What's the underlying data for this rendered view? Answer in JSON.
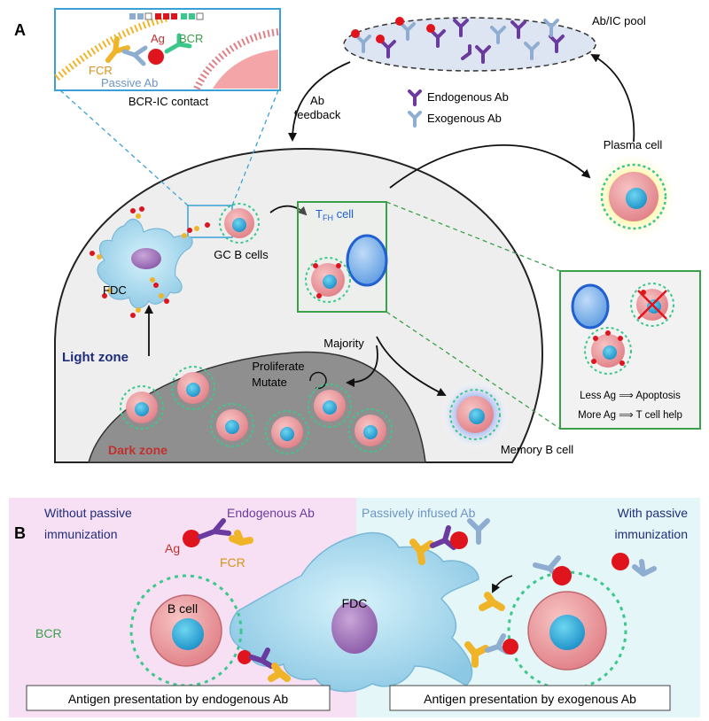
{
  "panel_a": {
    "label": "A",
    "ab_ic_pool": "Ab/IC pool",
    "ab_feedback_line1": "Ab",
    "ab_feedback_line2": "feedback",
    "legend_endogenous": "Endogenous Ab",
    "legend_exogenous": "Exogenous Ab",
    "plasma_cell": "Plasma cell",
    "inset": {
      "title": "BCR-IC contact",
      "fcr": "FCR",
      "ag": "Ag",
      "bcr": "BCR",
      "passive_ab": "Passive Ab"
    },
    "tfh_main": "T",
    "tfh_sub": "FH",
    "tfh_suffix": " cell",
    "gc_b_cells": "GC B cells",
    "fdc": "FDC",
    "light_zone": "Light zone",
    "dark_zone": "Dark zone",
    "majority": "Majority",
    "proliferate": "Proliferate",
    "mutate": "Mutate",
    "memory_b_cell": "Memory B cell",
    "outcome_less": "Less Ag ⟹ Apoptosis",
    "outcome_more": "More Ag ⟹ T cell help"
  },
  "panel_b": {
    "label": "B",
    "without_line1": "Without passive",
    "without_line2": "immunization",
    "with_line1": "With passive",
    "with_line2": "immunization",
    "endogenous_ab": "Endogenous Ab",
    "passively_infused_ab": "Passively infused Ab",
    "ag": "Ag",
    "fcr": "FCR",
    "b_cell": "B cell",
    "bcr": "BCR",
    "fdc": "FDC",
    "caption_left": "Antigen presentation by endogenous Ab",
    "caption_right": "Antigen presentation by exogenous Ab"
  },
  "colors": {
    "endogenous_ab": "#6b3a9e",
    "exogenous_ab": "#8eadd0",
    "antigen": "#e0141c",
    "fcr": "#f0b428",
    "bcr": "#3cc88c",
    "light_zone_label": "#1f2d7a",
    "dark_zone_label": "#c0302e",
    "tfh_label": "#2060d0",
    "inset_frame": "#3aa0d8",
    "green_frame": "#3aa04a",
    "panel_b_left_bg": "#f8e0f4",
    "panel_b_right_bg": "#e4f6f8"
  }
}
